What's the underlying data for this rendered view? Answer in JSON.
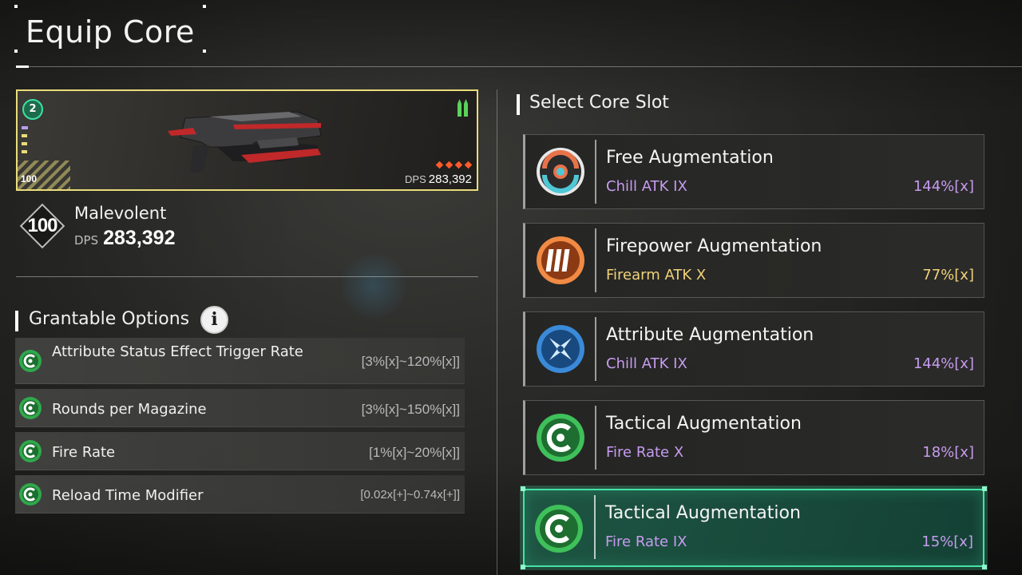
{
  "header": {
    "title": "Equip Core"
  },
  "weapon": {
    "badge": "2",
    "card_level": "100",
    "card_dps_label": "DPS",
    "card_dps_value": "283,392",
    "level": "100",
    "name": "Malevolent",
    "dps_label": "DPS",
    "dps_value": "283,392",
    "frame_color": "#e9dc7a",
    "star_color": "#ff5a2a"
  },
  "grantable": {
    "title": "Grantable Options",
    "info_icon": "i",
    "options": [
      {
        "name": "Attribute Status Effect Trigger Rate",
        "range": "[3%[x]~120%[x]]"
      },
      {
        "name": "Rounds per Magazine",
        "range": "[3%[x]~150%[x]]"
      },
      {
        "name": "Fire Rate",
        "range": "[1%[x]~20%[x]]"
      },
      {
        "name": "Reload Time Modifier",
        "range": "[0.02x[+]~0.74x[+]]"
      }
    ]
  },
  "slots": {
    "title": "Select Core Slot",
    "items": [
      {
        "name": "Free Augmentation",
        "stat": "Chill ATK IX",
        "value": "144%[x]",
        "icon": "free-augmentation-icon",
        "color": "#c79cf0",
        "selected": false
      },
      {
        "name": "Firepower Augmentation",
        "stat": "Firearm ATK X",
        "value": "77%[x]",
        "icon": "firepower-augmentation-icon",
        "color": "#f0d27a",
        "selected": false
      },
      {
        "name": "Attribute Augmentation",
        "stat": "Chill ATK IX",
        "value": "144%[x]",
        "icon": "attribute-augmentation-icon",
        "color": "#c79cf0",
        "selected": false
      },
      {
        "name": "Tactical Augmentation",
        "stat": "Fire Rate X",
        "value": "18%[x]",
        "icon": "tactical-augmentation-icon",
        "color": "#c79cf0",
        "selected": false
      },
      {
        "name": "Tactical Augmentation",
        "stat": "Fire Rate IX",
        "value": "15%[x]",
        "icon": "tactical-augmentation-icon",
        "color": "#c79cf0",
        "selected": true
      }
    ]
  },
  "colors": {
    "accent": "#45e3a6",
    "purple_stat": "#c79cf0",
    "gold_stat": "#f0d27a"
  }
}
